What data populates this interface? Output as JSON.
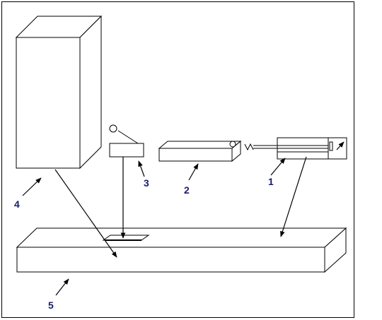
{
  "colors": {
    "label": "#1a1a6e",
    "stroke": "#000000",
    "background": "#ffffff"
  },
  "labels": {
    "one": "1",
    "two": "2",
    "three": "3",
    "four": "4",
    "five": "5"
  }
}
